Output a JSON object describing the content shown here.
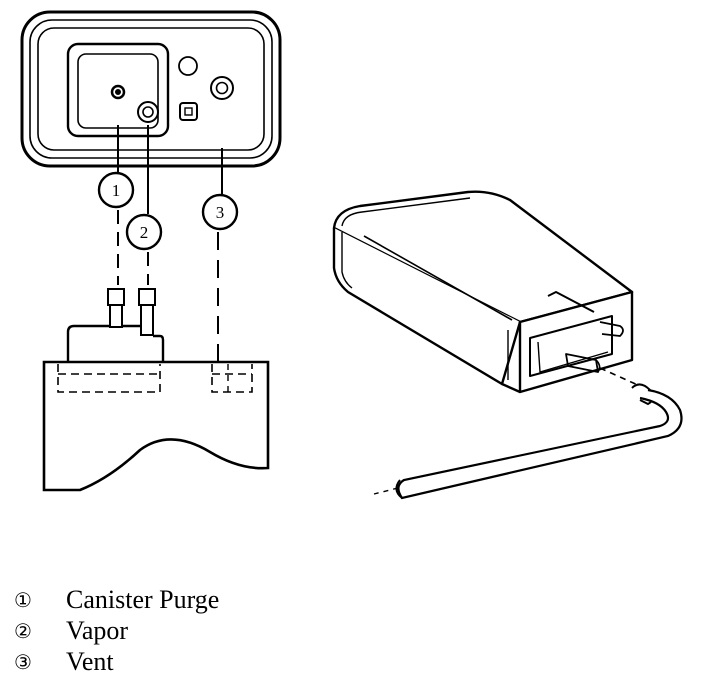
{
  "callouts": [
    "1",
    "2",
    "3"
  ],
  "legend": [
    {
      "marker": "①",
      "label": "Canister Purge"
    },
    {
      "marker": "②",
      "label": "Vapor"
    },
    {
      "marker": "③",
      "label": "Vent"
    }
  ]
}
